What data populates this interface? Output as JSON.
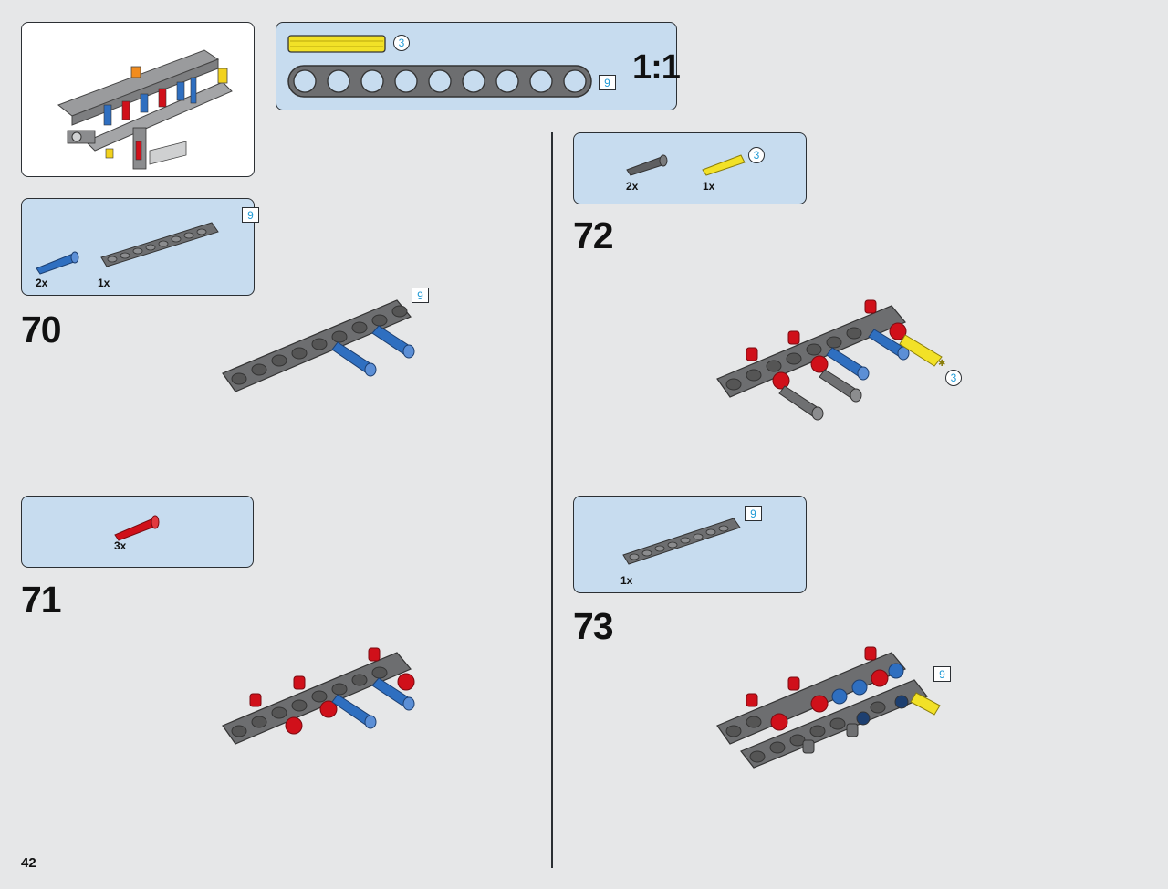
{
  "page": {
    "number": "42"
  },
  "scale_panel": {
    "label": "1:1",
    "axle_length": "3",
    "beam_length": "9"
  },
  "steps": [
    {
      "number": "70",
      "parts": [
        {
          "qty": "2x",
          "part": "blue-axle-pin"
        },
        {
          "qty": "1x",
          "part": "grey-beam-9"
        }
      ],
      "beam_length": "9",
      "callout": "9"
    },
    {
      "number": "71",
      "parts": [
        {
          "qty": "3x",
          "part": "red-axle-pin"
        }
      ]
    },
    {
      "number": "72",
      "parts": [
        {
          "qty": "2x",
          "part": "grey-axle-pin"
        },
        {
          "qty": "1x",
          "part": "yellow-axle-3"
        }
      ],
      "axle_length": "3",
      "callout": "3"
    },
    {
      "number": "73",
      "parts": [
        {
          "qty": "1x",
          "part": "grey-beam-9"
        }
      ],
      "beam_length": "9",
      "callout": "9"
    }
  ],
  "colors": {
    "panel_bg": "#c7dcef",
    "beam": "#6d6e70",
    "pin_red": "#d0101a",
    "pin_blue": "#2f6fc0",
    "axle_yellow": "#f2e127",
    "length_text": "#1f9ad6"
  }
}
